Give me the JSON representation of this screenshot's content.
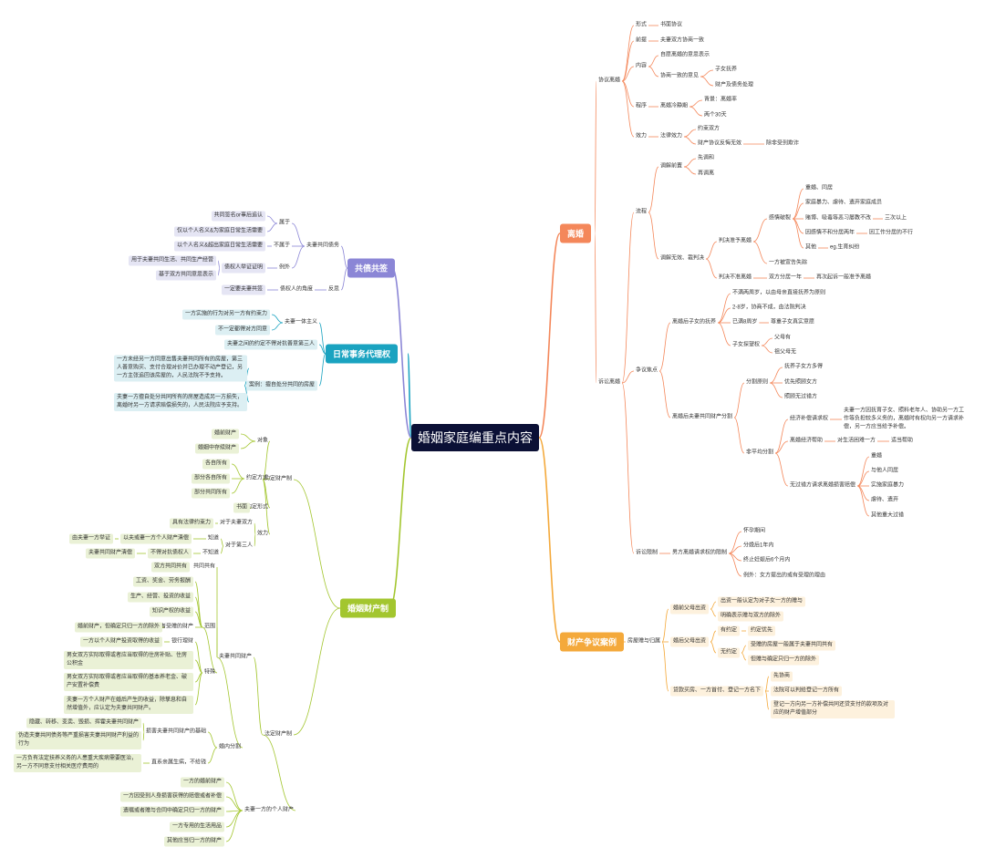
{
  "title": "婚姻家庭编重点内容",
  "colors": {
    "root": "#0b1035",
    "lihun": "#f4875a",
    "caichan": "#f4a93b",
    "hunyin": "#a3c62f",
    "richang": "#1aa3c0",
    "gongzhai": "#8b86d6"
  },
  "lihun": {
    "label": "离婚",
    "xieyi": {
      "label": "协议离婚",
      "xingshi": "形式",
      "shumian": "书面协议",
      "qianti": "前提",
      "yizhi": "夫妻双方协商一致",
      "neirong": "内容",
      "ziyuan": "自愿离婚的意思表示",
      "yizhiyijian": "协商一致的意见",
      "zinv": "子女抚养",
      "caichan": "财产及债务处理",
      "chengxu": "程序",
      "lengjing": "离婚冷静期",
      "beijing": "背景：离婚率",
      "liangge": "两个30天",
      "xiaoli": "效力",
      "falv": "法律效力",
      "yueshu": "约束双方",
      "fanhui": "财产协议反悔无效",
      "chufei": "除非受到欺诈"
    },
    "susong": {
      "label": "诉讼离婚",
      "liucheng": "流程",
      "tiaojie": "调解前置",
      "xiantiao": "先调和",
      "zaisu": "再调离",
      "wuxiao": "调解无效、裁判决",
      "pan": "判决准予离婚",
      "qinggan": "感情破裂",
      "chonghun": "重婚、同居",
      "baoli": "家庭暴力、虐待、遗弃家庭成员",
      "dubo": "赌博、吸毒等恶习屡教不改",
      "sanci": "三次以上",
      "fenju": "因感情不和分居两年",
      "gongzuo": "因工作分居的不行",
      "qita": "其他",
      "shengsi": "eg.生育纠纷",
      "shizong": "一方被宣告失踪",
      "bupan": "判决不准离婚",
      "fenju1": "双方分居一年",
      "zaiqisu": "再次起诉一般准予离婚",
      "jiaodian": "争议焦点",
      "zinvfuyang": "离婚后子女的抚养",
      "buman2": "不满两周岁，以由母亲直接抚养为原则",
      "ba": "2-8岁，协商不成，由法院判决",
      "man8": "已满8周岁",
      "zunzhong": "尊重子女真实意愿",
      "tanwang": "子女探望权",
      "fuyou": "父母有",
      "zufumu": "祖父母无",
      "caichanfenge": "离婚后夫妻共同财产分割",
      "fenge": "分割原则",
      "fuyang": "抚养子女方多得",
      "wuguocuo": "优先照顾女方",
      "guocuo": "照顾无过错方",
      "buping": "非平均分割",
      "jingji": "经济补偿请求权",
      "jingjinote": "夫妻一方因抚育子女、照料老年人、协助另一方工作等负担较多义务的，离婚时有权向另一方请求补偿，另一方应当给予补偿。",
      "bangzhu": "离婚经济帮助",
      "kunnan": "对生活困难一方",
      "shidang": "适当帮助",
      "sunhai": "无过错方请求离婚损害赔偿",
      "chonghun2": "重婚",
      "tongju": "与他人同居",
      "baoli2": "实施家庭暴力",
      "nuedai": "虐待、遗弃",
      "qita2": "其他重大过错",
      "xianzhi": "诉讼限制",
      "nanfang": "男方离婚请求权的限制",
      "huaiyun": "怀孕期间",
      "fenmian": "分娩后1年内",
      "zhongzhi": "终止妊娠后6个月内",
      "liwai": "例外：女方提出的或有受理的理由"
    }
  },
  "caichan": {
    "label": "财产争议案例",
    "fangwu": "房屋赠与归属",
    "hunqian": "婚前父母出资",
    "chuzi": "出资一般认定为对子女一方的赠与",
    "mingque": "明确表示赠与双方的除外",
    "hunhou": "婚后父母出资",
    "youyue": "有约定",
    "yueding": "约定优先",
    "wuyue": "无约定",
    "shouzeng": "受赠的房屋一般属于夫妻共同共有",
    "dangwu": "但赠与确定只归一方的除外",
    "daikuan": "贷款买房、一方首付、登记一方名下",
    "xiexieshang": "先协商",
    "yuan": "法院可以判给登记一方所有",
    "buchang": "登记一方向另一方补偿共同还贷支付的款项及对应的财产增值部分"
  },
  "hunyin": {
    "label": "婚姻财产制",
    "yuedingzhi": "约定财产制",
    "duixiang": "对象",
    "hunqian": "婚前财产",
    "hunnei": "婚姻中存续财产",
    "yuedingfangshi": "约定方式",
    "gegui": "各自所有",
    "bufenge": "部分各自所有",
    "bufengong": "部分共同所有",
    "xingshi": "约定形式",
    "shumian": "书面",
    "xiaoli": "效力",
    "duishuangfang": "对于夫妻双方",
    "falv": "具有法律约束力",
    "disanren": "对于第三人",
    "zhidao": "知道",
    "yiqi": "以夫或妻一方个人财产清偿",
    "zhengming": "由夫妻一方举证",
    "buzhi": "不知道",
    "budeyi": "不得对抗债权人",
    "gongtongqingchang": "夫妻共同财产清偿",
    "fadingzhi": "法定财产制",
    "gongtong": "夫妻共同财产",
    "gongyou": "共同共有",
    "shuangfang": "双方共同共有",
    "fanwei": "范围",
    "gongzi": "工资、奖金、劳务报酬",
    "shengchan": "生产、经营、投资的收益",
    "zhishi": "知识产权的收益",
    "jicheng": "继承或者受赠的财产",
    "jiaozhuan": "婚前财产，但确定只归一方的除外",
    "zhuanli": "特殊",
    "yinhang": "银行理财",
    "geren": "一方以个人财产投资取得的收益",
    "zhufang": "男女双方实际取得或者应当取得的住房补贴、住房公积金",
    "yanglao": "男女双方实际取得或者应当取得的基本养老金、破产安置补偿费",
    "hunhougongtong": "夫妻一方个人财产在婚后产生的收益，除孳息和自然增值外，应认定为夫妻共同财产。",
    "hunnei_fenge": "婚内分割",
    "pohuai": "损害夫妻共同财产的基础",
    "yincang": "隐藏、转移、变卖、毁损、挥霍夫妻共同财产",
    "weizao": "伪造夫妻共同债务等严重损害夫妻共同财产利益的行为",
    "zhongbing": "直系亲属生病，不给钱",
    "fuyangbing": "一方负有法定扶养义务的人患重大疾病需要医治，另一方不同意支付相关医疗费用的",
    "gerencai": "夫妻一方的个人财产",
    "hunqiancai": "一方的婚前财产",
    "shanghai": "一方因受到人身损害获得的赔偿或者补偿",
    "yizhu": "遗嘱或者赠与合同中确定只归一方的财产",
    "shenghuo": "一方专用的生活用品",
    "qita": "其他应当归一方的财产"
  },
  "richang": {
    "label": "日常事务代理权",
    "yiti": "夫妻一体主义",
    "shishi": "一方实施的行为对另一方有约束力",
    "yiding": "不一定都得对方同意",
    "disanren": "夫妻之间的约定不得对抗善意第三人",
    "anli": "案例：擅自处分共同的房屋",
    "anli1": "一方未经另一方同意出售夫妻共同所有的房屋，第三人善意购买、支付合理对价并已办理不动产登记，另一方主张追回该房屋的，人民法院不予支持。",
    "anli2": "夫妻一方擅自处分共同所有的房屋造成另一方损失，离婚时另一方请求赔偿损失的，人民法院应予支持。"
  },
  "gongzhai": {
    "label": "共债共签",
    "gongtongzhaiwu": "夫妻共同债务",
    "shuyu": "属于",
    "gongtongqianming": "共同签名or事后追认",
    "rixing": "仅以个人名义&为家庭日常生活需要",
    "bushuyu": "不属于",
    "chaochu": "以个人名义&超出家庭日常生活需要",
    "liwai": "例外",
    "zhaiquanren": "债权人举证证明",
    "yongyu": "用于夫妻共同生活、共同生产经营",
    "yizhi": "基于双方共同意思表示",
    "fansi": "反思",
    "jiaodu": "债权人的角度",
    "qianming": "一定要夫妻共签"
  }
}
